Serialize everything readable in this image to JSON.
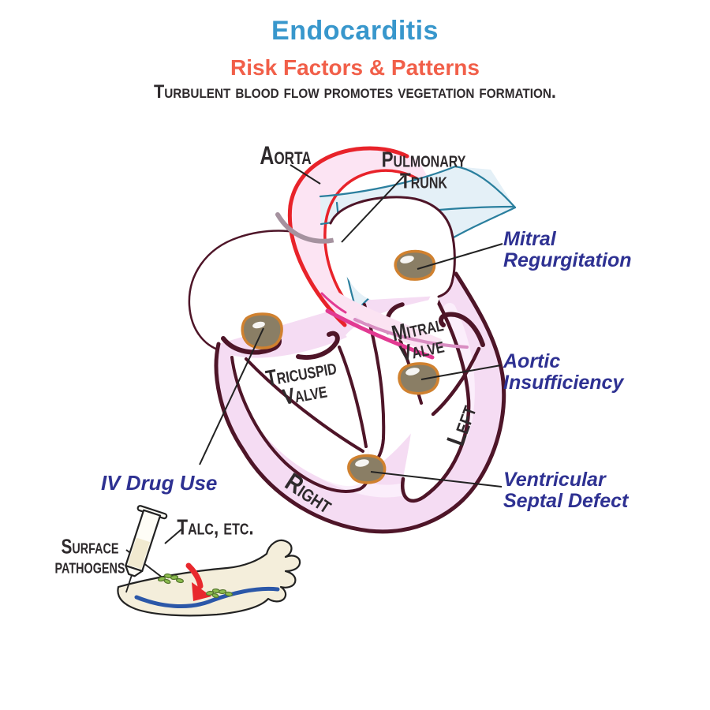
{
  "header": {
    "title": "Endocarditis",
    "subtitle": "Risk Factors & Patterns",
    "tagline": "Turbulent blood flow promotes vegetation formation."
  },
  "heart_labels": {
    "aorta": "Aorta",
    "pulmonary_trunk": "Pulmonary\nTrunk",
    "mitral_valve": "Mitral\nValve",
    "tricuspid_valve": "Tricuspid\nValve",
    "left_side": "Left",
    "right_side": "Right"
  },
  "risk_pattern_labels": {
    "mitral_regurgitation": "Mitral\nRegurgitation",
    "aortic_insufficiency": "Aortic\nInsufficiency",
    "ventricular_septal_defect": "Ventricular\nSeptal Defect",
    "iv_drug_use": "IV Drug Use"
  },
  "injection_labels": {
    "talc": "Talc, etc.",
    "surface_pathogens": "Surface\npathogens"
  },
  "vegetation_sites": [
    "mitral-regurgitation",
    "tricuspid-valve",
    "aortic-insufficiency",
    "ventricular-septal-defect"
  ],
  "colors": {
    "title_blue": "#3897cc",
    "subtitle_red": "#f15f49",
    "tagline_ink": "#2e2a2c",
    "risk_label_blue": "#2e3192",
    "heart_outline_maroon": "#4e1528",
    "myocardium_pink": "#f5dcf3",
    "myocardium_pink_light": "#fbeefb",
    "aorta_red": "#e8232a",
    "aorta_pink": "#fce4f3",
    "pulmonary_fill": "#e4f0f7",
    "pulmonary_teal": "#2a7f9e",
    "valve_magenta": "#e23a92",
    "valve_pink": "#d98ec2",
    "vessel_gray": "#a5929f",
    "vegetation_fill": "#8a7e65",
    "vegetation_border": "#d0812f",
    "leader_line": "#222222",
    "arm_fill": "#f4eedb",
    "vein_blue": "#2b57a8",
    "arrow_red": "#e8282d",
    "pathogen_green": "#8cbd4e",
    "syringe_fluid": "#f1ead0"
  }
}
